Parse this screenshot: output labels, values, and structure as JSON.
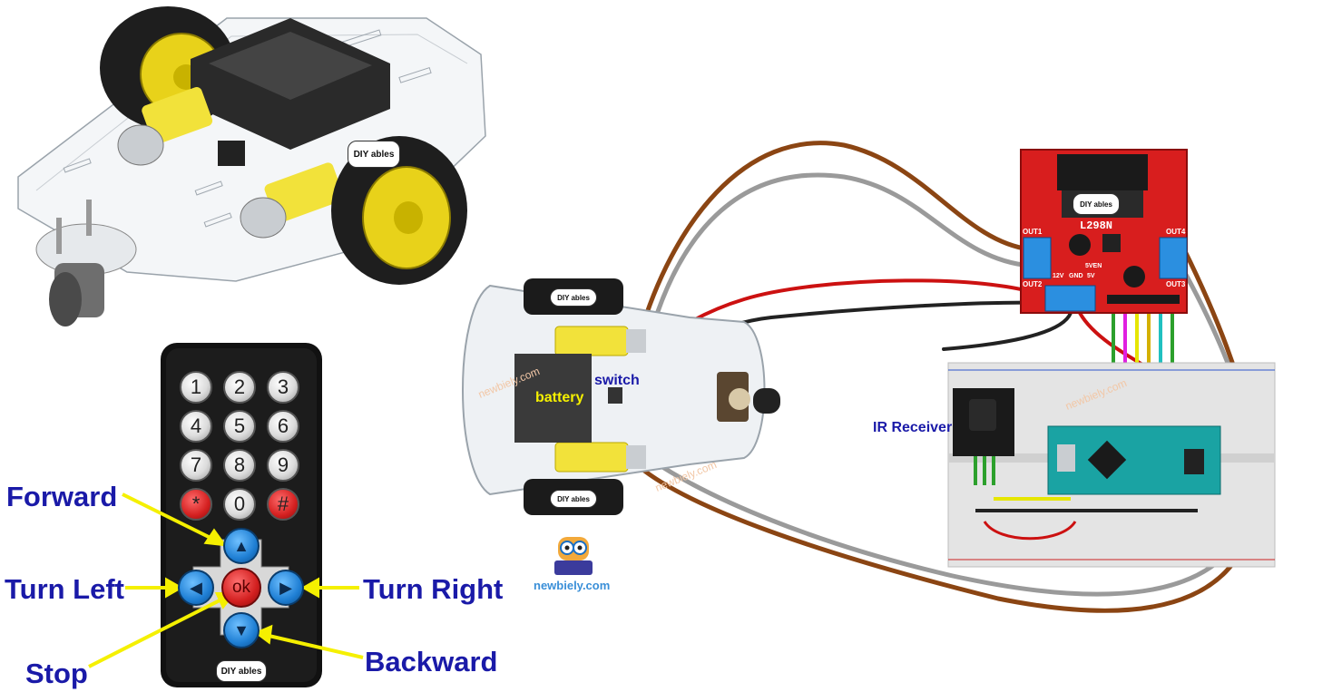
{
  "labels": {
    "forward": "Forward",
    "turn_left": "Turn Left",
    "turn_right": "Turn Right",
    "stop": "Stop",
    "backward": "Backward",
    "battery": "battery",
    "switch": "switch",
    "ir_receiver": "IR Receiver",
    "newbiely": "newbiely.com",
    "watermark": "newbiely.com",
    "driver_name": "L298N",
    "brand": "DIY ables"
  },
  "driver_pins": {
    "out1": "OUT1",
    "out2": "OUT2",
    "out3": "OUT3",
    "out4": "OUT4",
    "v12": "12V",
    "gnd": "GND",
    "v5": "5V",
    "en5v": "5VEN"
  },
  "remote_keys": [
    "1",
    "2",
    "3",
    "4",
    "5",
    "6",
    "7",
    "8",
    "9",
    "*",
    "0",
    "#"
  ],
  "remote_ok": "ok",
  "arrows": {
    "up": "▲",
    "down": "▼",
    "left": "◀",
    "right": "▶"
  },
  "colors": {
    "label_blue": "#1a1aa8",
    "pointer_yellow": "#f5f000",
    "wire_brown": "#8b4513",
    "wire_gray": "#9a9a9a",
    "wire_red": "#cc1111",
    "wire_black": "#222222",
    "driver_red": "#d81e1e",
    "terminal_blue": "#2b8fe0",
    "arduino_teal": "#1aa3a3"
  },
  "icons": [
    "owl-logo-icon",
    "brand-logo-icon"
  ]
}
